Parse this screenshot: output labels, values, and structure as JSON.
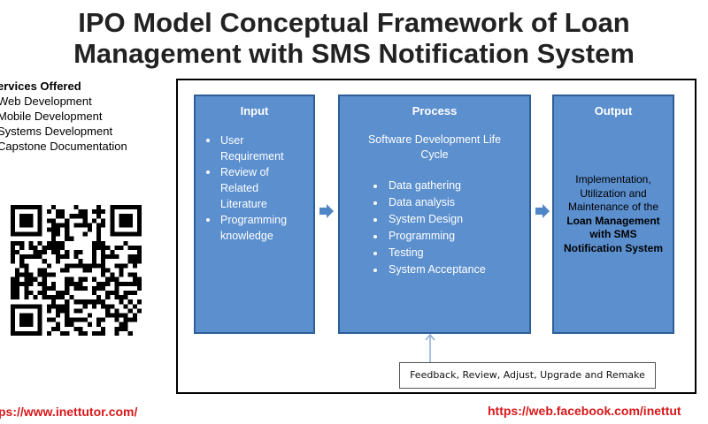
{
  "title_line1": "IPO Model Conceptual Framework of Loan",
  "title_line2": "Management with SMS Notification System",
  "services": {
    "heading": "ervices Offered",
    "items": [
      "Web Development",
      "Mobile Development",
      "Systems Development",
      "Capstone Documentation"
    ]
  },
  "qr_icon": "qr-code",
  "input": {
    "title": "Input",
    "items": [
      "User Requirement",
      "Review of Related Literature",
      "Programming knowledge"
    ]
  },
  "process": {
    "title": "Process",
    "subtitle": "Software Development Life Cycle",
    "items": [
      "Data gathering",
      "Data analysis",
      "System Design",
      "Programming",
      "Testing",
      "System Acceptance"
    ]
  },
  "output": {
    "title": "Output",
    "text_plain": "Implementation, Utilization and Maintenance of the",
    "text_bold": "Loan Management with SMS Notification System"
  },
  "feedback": "Feedback, Review, Adjust, Upgrade and Remake",
  "links": {
    "left": "ps://www.inettutor.com/",
    "right": "https://web.facebook.com/inettut"
  },
  "colors": {
    "box_fill": "#5b8fce",
    "box_border": "#2d5e97",
    "arrow": "#4f86c6",
    "link": "#d8171a"
  }
}
